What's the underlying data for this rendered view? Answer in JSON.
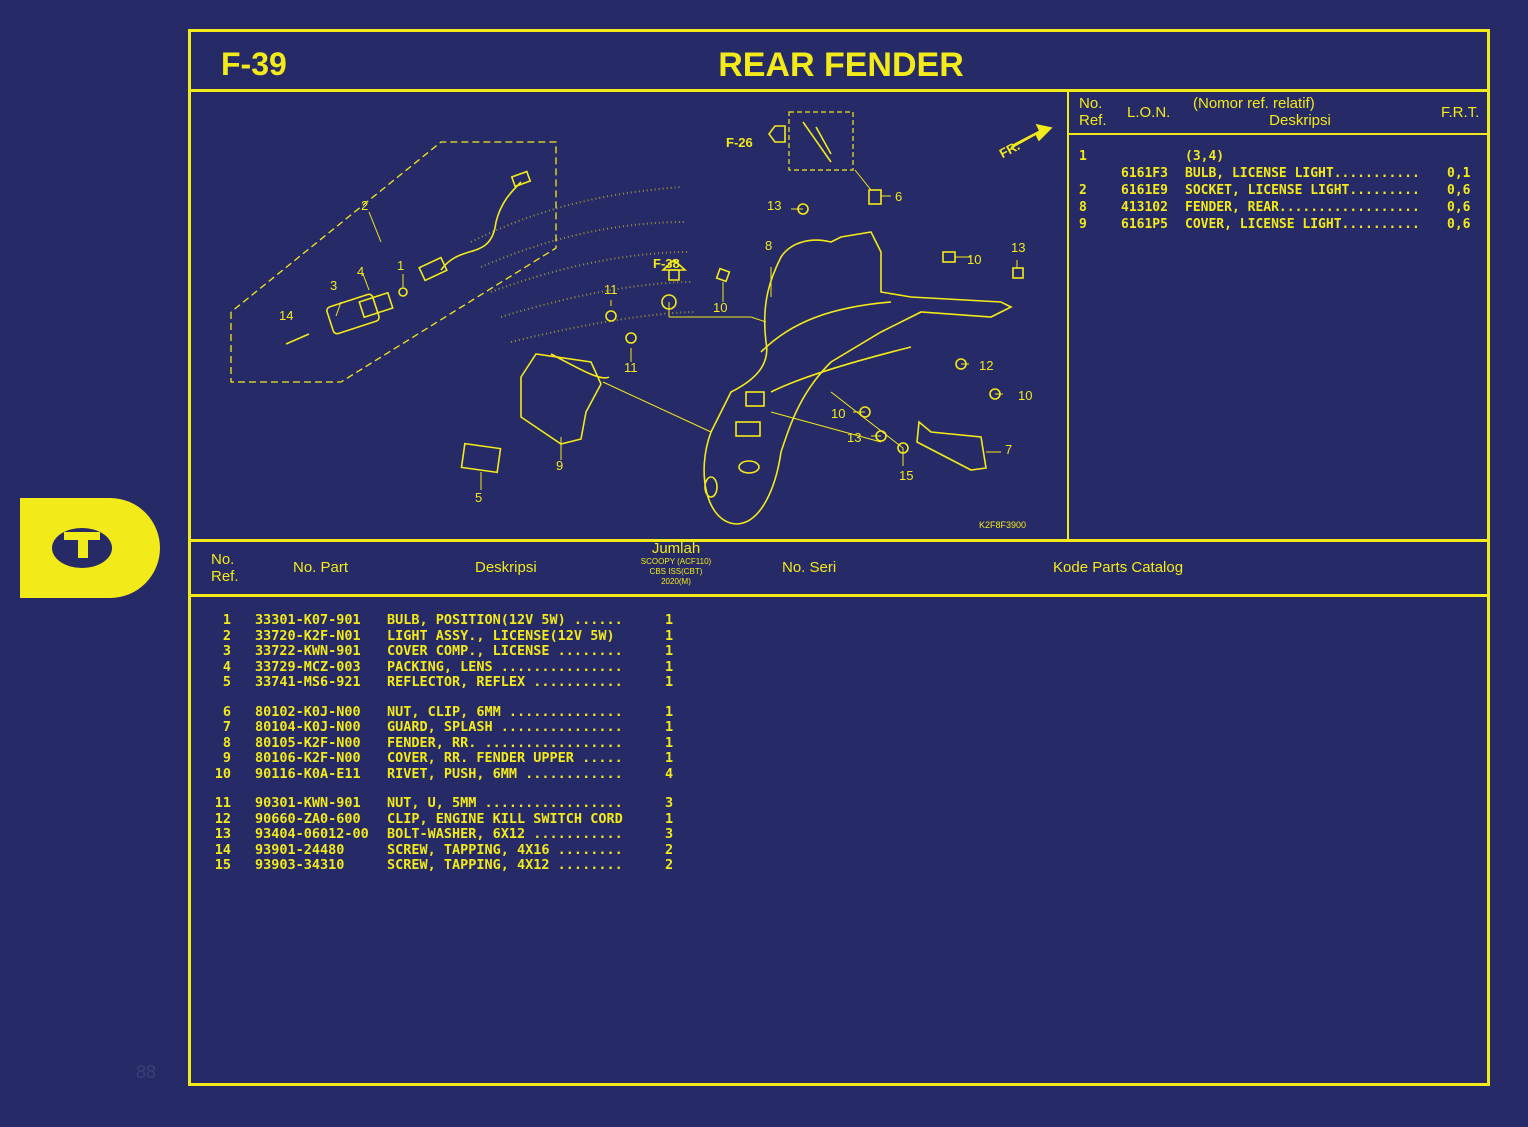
{
  "header": {
    "code": "F-39",
    "title": "REAR FENDER"
  },
  "diagram": {
    "catalog_code": "K2F8F3900",
    "labels": {
      "f26": "F-26",
      "f38": "F-38",
      "fr": "FR.",
      "n1": "1",
      "n2": "2",
      "n3": "3",
      "n4": "4",
      "n5": "5",
      "n6": "6",
      "n7": "7",
      "n8": "8",
      "n9": "9",
      "n10a": "10",
      "n10b": "10",
      "n10c": "10",
      "n10d": "10",
      "n11a": "11",
      "n11b": "11",
      "n12": "12",
      "n13a": "13",
      "n13b": "13",
      "n13c": "13",
      "n14": "14",
      "n15": "15"
    }
  },
  "lon_table": {
    "headers": {
      "ref_1": "No.",
      "ref_2": "Ref.",
      "lon": "L.O.N.",
      "desc_1": "(Nomor ref. relatif)",
      "desc_2": "Deskripsi",
      "frt": "F.R.T."
    },
    "rows": [
      {
        "ref": "1",
        "lon": "",
        "desc": "(3,4)",
        "frt": ""
      },
      {
        "ref": "",
        "lon": "6161F3",
        "desc": "BULB, LICENSE LIGHT...........",
        "frt": "0,1"
      },
      {
        "ref": "2",
        "lon": "6161E9",
        "desc": "SOCKET, LICENSE LIGHT.........",
        "frt": "0,6"
      },
      {
        "ref": "8",
        "lon": "413102",
        "desc": "FENDER, REAR..................",
        "frt": "0,6"
      },
      {
        "ref": "9",
        "lon": "6161P5",
        "desc": "COVER, LICENSE LIGHT..........",
        "frt": "0,6"
      }
    ]
  },
  "parts_table": {
    "headers": {
      "ref_1": "No.",
      "ref_2": "Ref.",
      "part": "No. Part",
      "desc": "Deskripsi",
      "qty": "Jumlah",
      "qty_sub1": "SCOOPY (ACF110)",
      "qty_sub2": "CBS ISS(CBT)",
      "qty_sub3": "2020(M)",
      "seri": "No. Seri",
      "kode": "Kode Parts Catalog"
    },
    "groups": [
      [
        {
          "ref": "1",
          "part": "33301-K07-901",
          "desc": "BULB, POSITION(12V 5W) ......",
          "qty": "1"
        },
        {
          "ref": "2",
          "part": "33720-K2F-N01",
          "desc": "LIGHT ASSY., LICENSE(12V 5W)",
          "qty": "1"
        },
        {
          "ref": "3",
          "part": "33722-KWN-901",
          "desc": "COVER COMP., LICENSE ........",
          "qty": "1"
        },
        {
          "ref": "4",
          "part": "33729-MCZ-003",
          "desc": "PACKING, LENS ...............",
          "qty": "1"
        },
        {
          "ref": "5",
          "part": "33741-MS6-921",
          "desc": "REFLECTOR, REFLEX ...........",
          "qty": "1"
        }
      ],
      [
        {
          "ref": "6",
          "part": "80102-K0J-N00",
          "desc": "NUT, CLIP, 6MM ..............",
          "qty": "1"
        },
        {
          "ref": "7",
          "part": "80104-K0J-N00",
          "desc": "GUARD, SPLASH ...............",
          "qty": "1"
        },
        {
          "ref": "8",
          "part": "80105-K2F-N00",
          "desc": "FENDER, RR. .................",
          "qty": "1"
        },
        {
          "ref": "9",
          "part": "80106-K2F-N00",
          "desc": "COVER, RR. FENDER UPPER .....",
          "qty": "1"
        },
        {
          "ref": "10",
          "part": "90116-K0A-E11",
          "desc": "RIVET, PUSH, 6MM ............",
          "qty": "4"
        }
      ],
      [
        {
          "ref": "11",
          "part": "90301-KWN-901",
          "desc": "NUT, U, 5MM .................",
          "qty": "3"
        },
        {
          "ref": "12",
          "part": "90660-ZA0-600",
          "desc": "CLIP, ENGINE KILL SWITCH CORD",
          "qty": "1"
        },
        {
          "ref": "13",
          "part": "93404-06012-00",
          "desc": "BOLT-WASHER, 6X12 ...........",
          "qty": "3"
        },
        {
          "ref": "14",
          "part": "93901-24480",
          "desc": "SCREW, TAPPING, 4X16 ........",
          "qty": "2"
        },
        {
          "ref": "15",
          "part": "93903-34310",
          "desc": "SCREW, TAPPING, 4X12 ........",
          "qty": "2"
        }
      ]
    ]
  },
  "page_number": "88",
  "colors": {
    "background": "#262a66",
    "accent": "#f3ea1a"
  }
}
